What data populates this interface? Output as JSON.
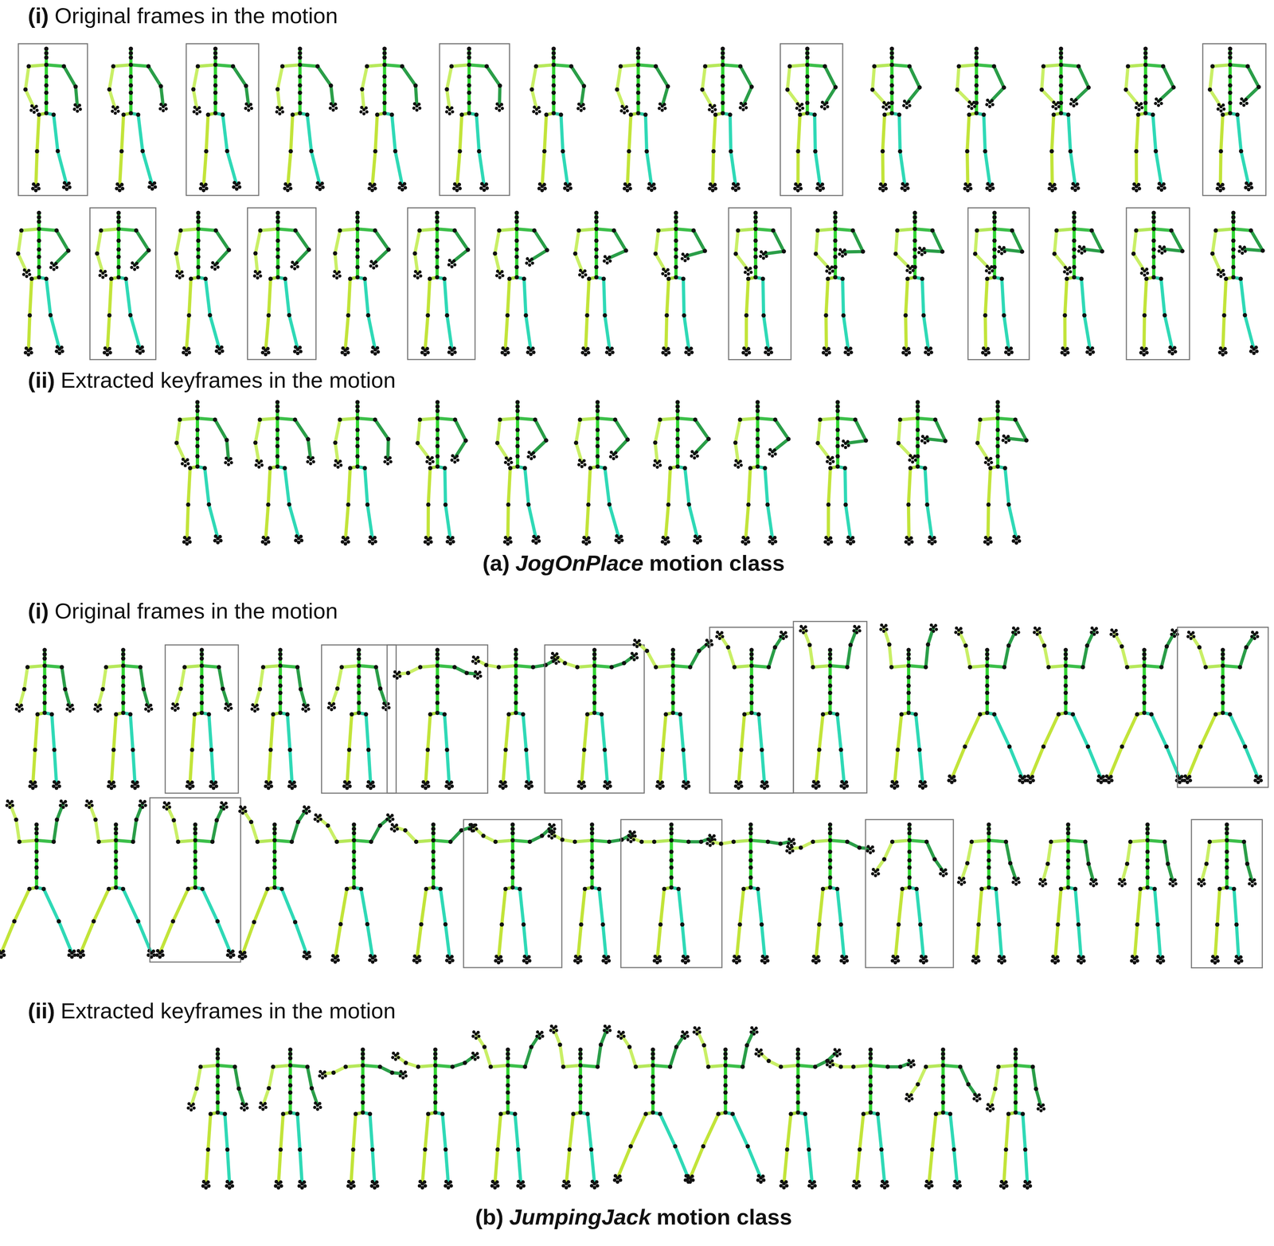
{
  "diagram": {
    "labels": [
      "(i)",
      "Original frames in the motion",
      "(ii)",
      "Extracted keyframes in the motion",
      "(a)",
      "JogOnPlace",
      "motion class",
      "(i)",
      "Original frames in the motion",
      "(ii)",
      "Extracted keyframes in the motion",
      "(b)",
      "JumpingJack",
      "motion class"
    ]
  }
}
